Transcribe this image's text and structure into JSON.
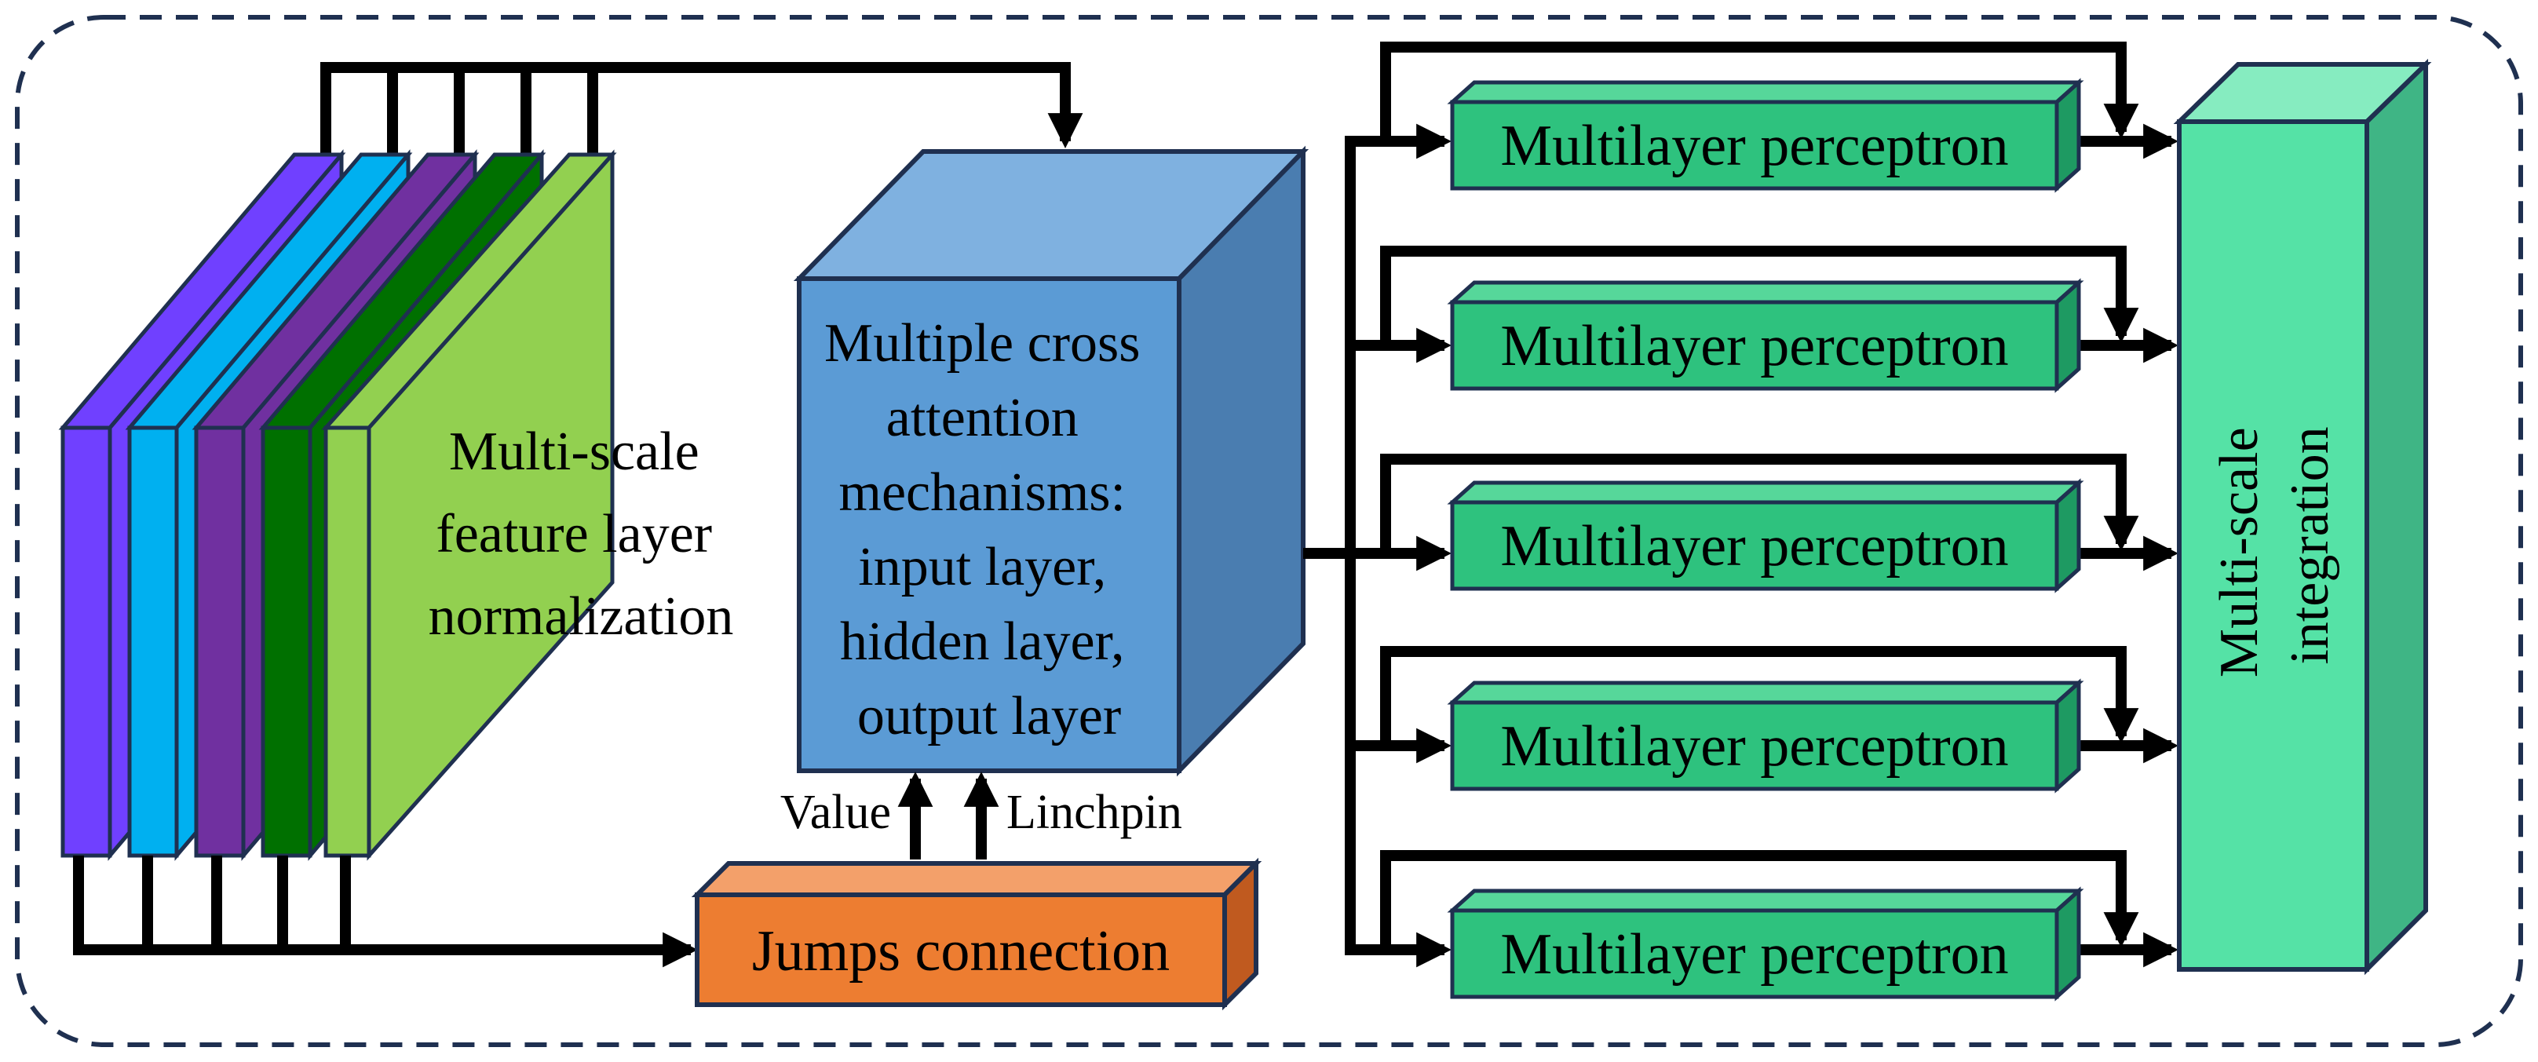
{
  "colors": {
    "layers": [
      "#7040ff",
      "#00b0f0",
      "#7030a0",
      "#007000",
      "#92d050"
    ],
    "attention": "#5b9bd5",
    "jumps": "#ed7d31",
    "mlp": "#2ec27e",
    "integration": "#55e2a6",
    "border": "#1f3050"
  },
  "feature_block": {
    "label_lines": [
      "Multi-scale",
      "feature layer",
      "normalization"
    ]
  },
  "attention_block": {
    "label_lines": [
      "Multiple cross",
      "attention",
      "mechanisms:",
      "input layer,",
      "hidden layer,",
      "output layer"
    ]
  },
  "jumps_block": {
    "label": "Jumps connection"
  },
  "inputs": {
    "value": "Value",
    "linchpin": "Linchpin"
  },
  "mlp_blocks": [
    {
      "label": "Multilayer perceptron"
    },
    {
      "label": "Multilayer perceptron"
    },
    {
      "label": "Multilayer perceptron"
    },
    {
      "label": "Multilayer perceptron"
    },
    {
      "label": "Multilayer perceptron"
    }
  ],
  "integration_block": {
    "label_lines": [
      "Multi-scale",
      "integration"
    ]
  }
}
